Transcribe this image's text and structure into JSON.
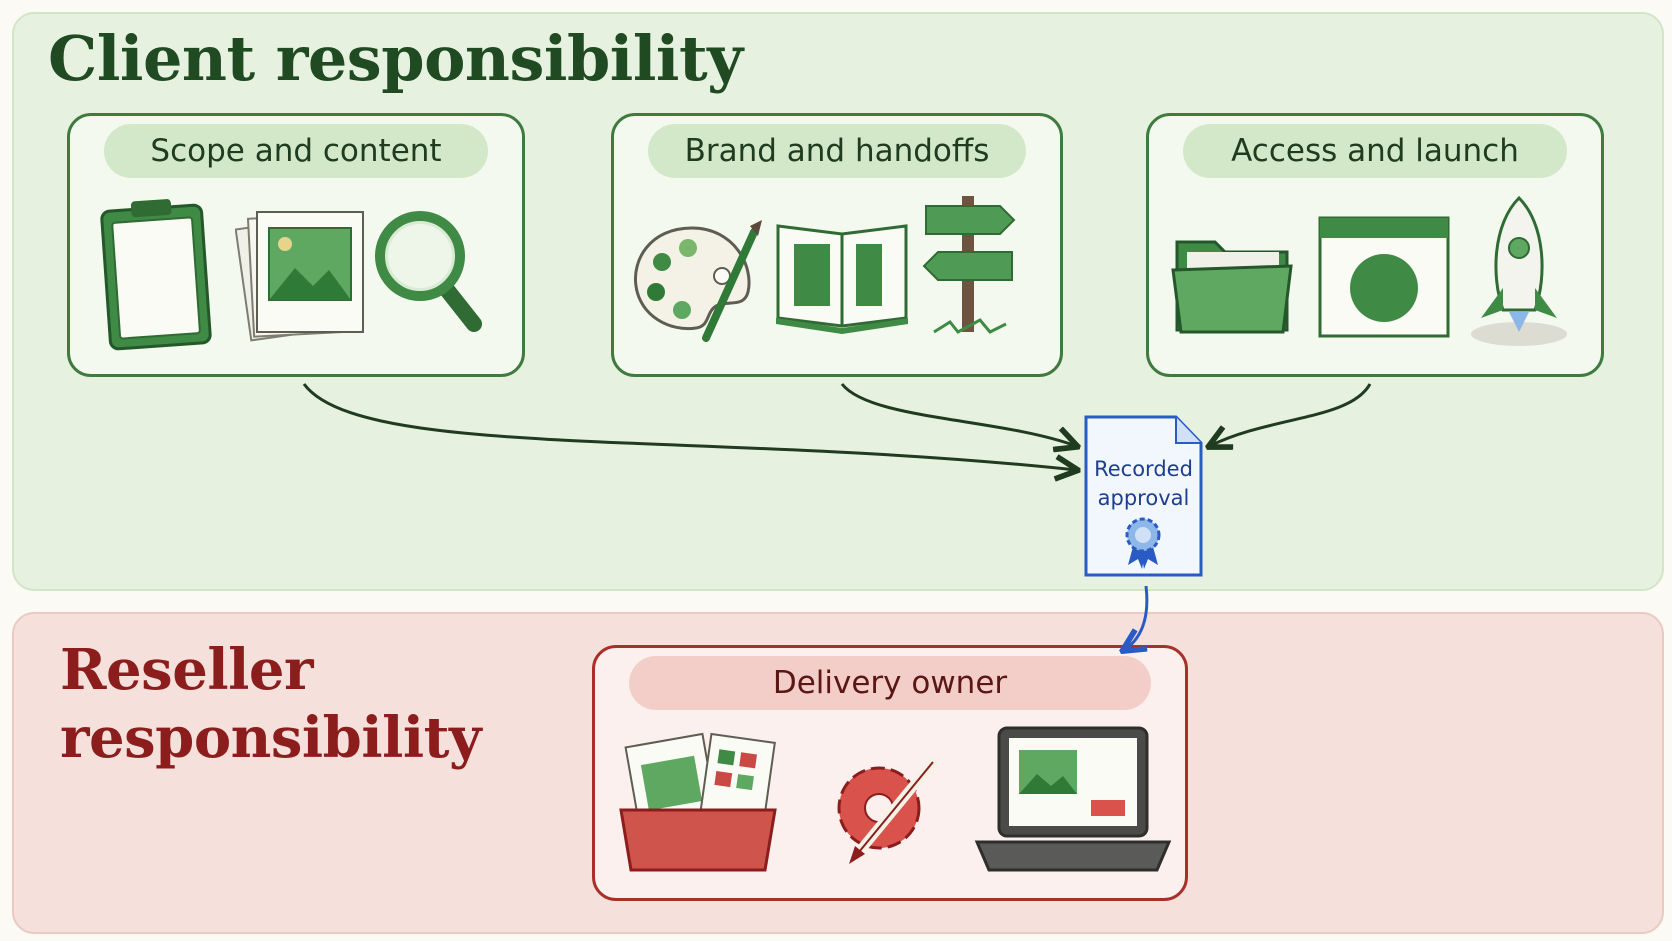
{
  "zones": {
    "client": {
      "title": "Client responsibility"
    },
    "reseller": {
      "title": "Reseller responsibility"
    }
  },
  "cards": {
    "scope": {
      "label": "Scope and content",
      "icons": [
        "clipboard-icon",
        "photo-stack-icon",
        "magnifier-icon"
      ]
    },
    "brand": {
      "label": "Brand and handoffs",
      "icons": [
        "palette-icon",
        "open-book-icon",
        "signpost-icon"
      ]
    },
    "access": {
      "label": "Access and launch",
      "icons": [
        "folder-icon",
        "browser-window-icon",
        "rocket-icon"
      ]
    },
    "delivery": {
      "label": "Delivery owner",
      "icons": [
        "asset-box-icon",
        "gear-brush-icon",
        "laptop-icon"
      ]
    }
  },
  "approval": {
    "line1": "Recorded",
    "line2": "approval",
    "icon": "award-ribbon-icon"
  },
  "colors": {
    "client_bg": "#e6f1df",
    "client_accent": "#3f7a3f",
    "reseller_bg": "#f6e0dc",
    "reseller_accent": "#a8302b",
    "approval_accent": "#2a5bc4"
  }
}
